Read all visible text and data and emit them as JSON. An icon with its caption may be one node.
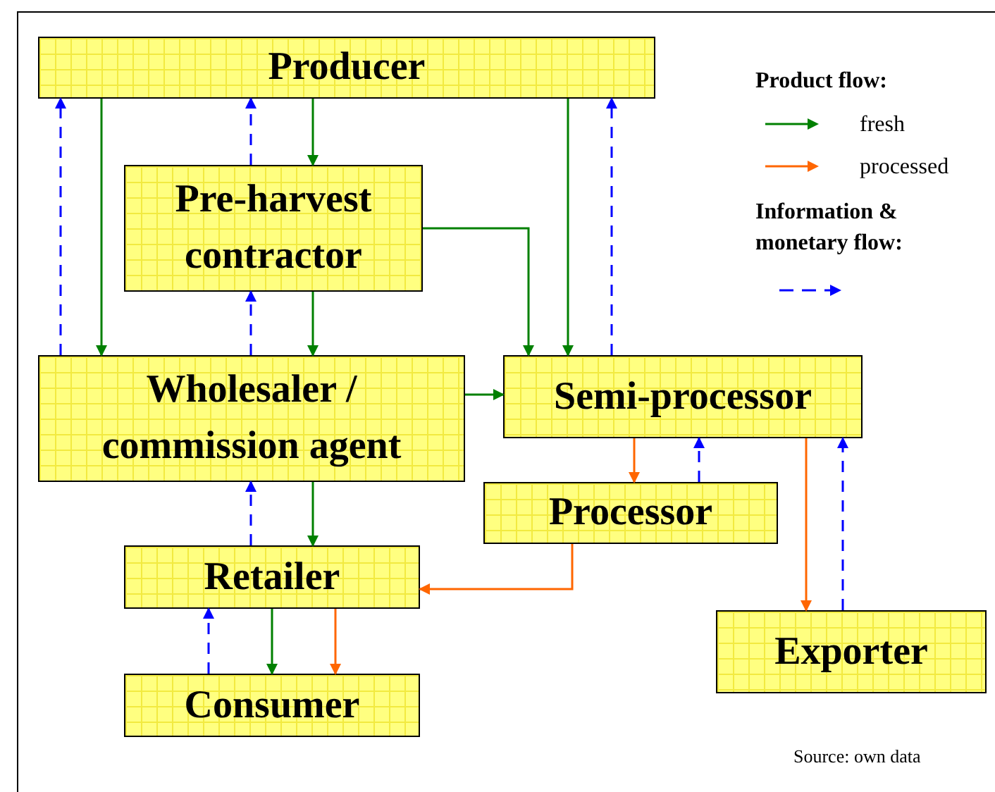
{
  "diagram": {
    "nodes": [
      {
        "text": [
          "Producer"
        ]
      },
      {
        "text": [
          "Pre-harvest contractor"
        ]
      },
      {
        "text": [
          "Wholesaler / commission agent"
        ]
      },
      {
        "text": [
          "Semi-processor"
        ]
      },
      {
        "text": [
          "Processor"
        ]
      },
      {
        "text": [
          "Retailer"
        ]
      },
      {
        "text": [
          "Exporter"
        ]
      },
      {
        "text": [
          "Consumer"
        ]
      }
    ],
    "edges": [
      {
        "from": 0,
        "to": 2,
        "arrow": "to"
      },
      {
        "from": 2,
        "to": 0,
        "arrow": "to",
        "style": "dashed",
        "color": "#0000ff"
      },
      {
        "from": 1,
        "to": 0,
        "arrow": "to",
        "style": "dashed",
        "color": "#0000ff"
      },
      {
        "from": 0,
        "to": 1,
        "arrow": "to"
      },
      {
        "from": 0,
        "to": 3,
        "arrow": "to"
      },
      {
        "from": 3,
        "to": 0,
        "arrow": "to",
        "style": "dashed",
        "color": "#0000ff"
      },
      {
        "from": 1,
        "to": 3,
        "arrow": "to"
      },
      {
        "from": 2,
        "to": 1,
        "arrow": "to",
        "style": "dashed",
        "color": "#0000ff"
      },
      {
        "from": 1,
        "to": 2,
        "arrow": "to"
      },
      {
        "from": 2,
        "to": 3,
        "arrow": "to"
      },
      {
        "from": 3,
        "to": 4,
        "arrow": "to",
        "color": "#ff6600"
      },
      {
        "from": 4,
        "to": 3,
        "arrow": "to",
        "style": "dashed",
        "color": "#0000ff"
      },
      {
        "from": 3,
        "to": 6,
        "arrow": "to",
        "color": "#ff6600"
      },
      {
        "from": 6,
        "to": 3,
        "arrow": "to",
        "style": "dashed",
        "color": "#0000ff"
      },
      {
        "from": 2,
        "to": 5,
        "arrow": "to"
      },
      {
        "from": 5,
        "to": 2,
        "arrow": "to",
        "style": "dashed",
        "color": "#0000ff"
      },
      {
        "from": 4,
        "to": 5,
        "arrow": "to",
        "color": "#ff6600"
      },
      {
        "from": 7,
        "to": 5,
        "arrow": "to",
        "style": "dashed",
        "color": "#0000ff"
      },
      {
        "from": 5,
        "to": 7,
        "arrow": "to"
      },
      {
        "from": 5,
        "to": 7,
        "arrow": "to",
        "color": "#ff6600"
      }
    ],
    "labels": [
      "Product flow:",
      "Source: own data"
    ],
    "legend": [
      {
        "text": "fresh"
      },
      {
        "text": "processed"
      },
      {
        "text": "Information & monetary flow:"
      }
    ]
  }
}
